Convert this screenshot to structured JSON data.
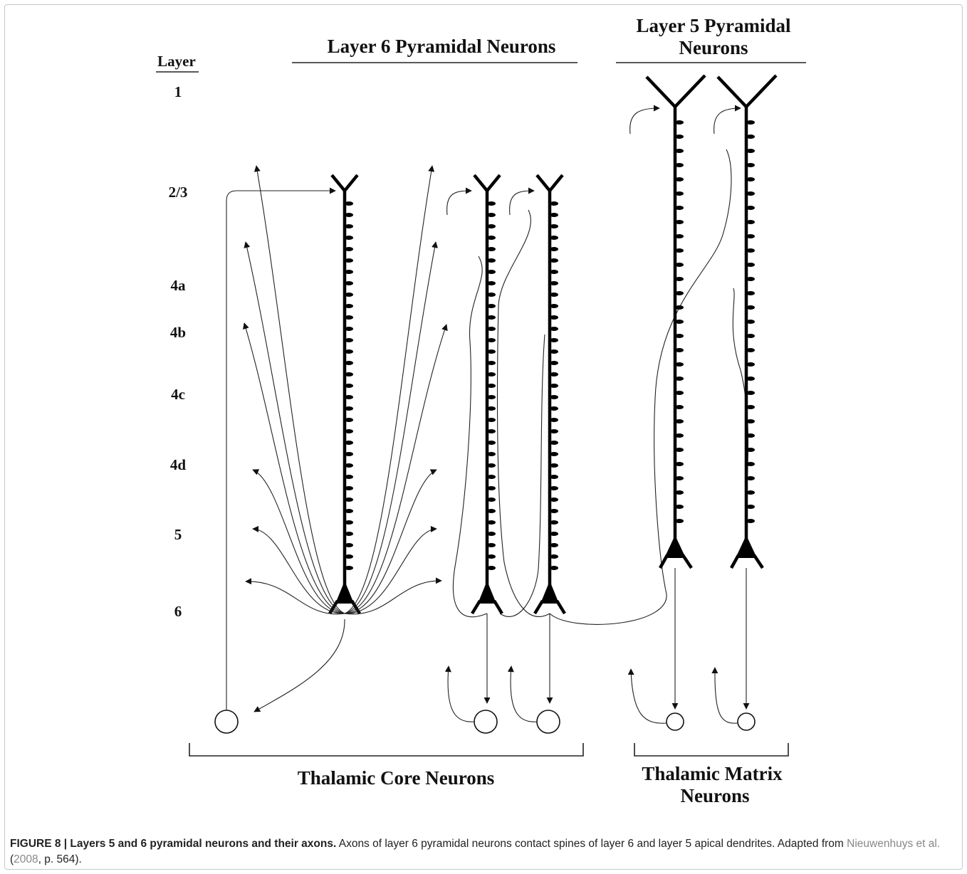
{
  "headings": {
    "layer_column": "Layer",
    "layer6_title": "Layer 6 Pyramidal Neurons",
    "layer5_title_line1": "Layer 5 Pyramidal",
    "layer5_title_line2": "Neurons",
    "thalamic_core": "Thalamic Core Neurons",
    "thalamic_matrix_line1": "Thalamic Matrix",
    "thalamic_matrix_line2": "Neurons"
  },
  "layers": [
    "1",
    "2/3",
    "4a",
    "4b",
    "4c",
    "4d",
    "5",
    "6"
  ],
  "caption": {
    "label": "FIGURE 8 | Layers 5 and 6 pyramidal neurons and their axons.",
    "body": " Axons of layer 6 pyramidal neurons contact spines of layer 6 and layer 5 apical dendrites. Adapted from ",
    "ref_authors": "Nieuwenhuys et al.",
    "ref_open": " (",
    "ref_year": "2008",
    "ref_close": ", p. 564)."
  }
}
